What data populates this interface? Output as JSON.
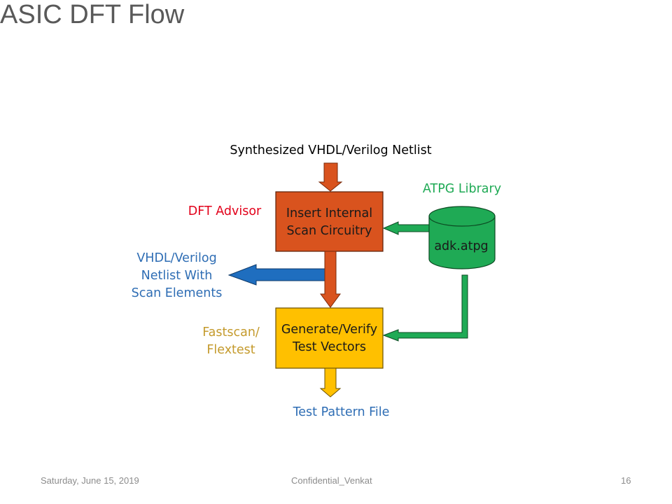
{
  "slide": {
    "title": "ASIC DFT Flow",
    "page_number": "16"
  },
  "diagram": {
    "input_label": "Synthesized VHDL/Verilog Netlist",
    "tool_labels": {
      "dft_advisor": "DFT Advisor",
      "fastscan": [
        "Fastscan/",
        "Flextest"
      ]
    },
    "library_label": "ATPG Library",
    "library_file": "adk.atpg",
    "boxes": {
      "insert": [
        "Insert Internal",
        "Scan Circuitry"
      ],
      "generate": [
        "Generate/Verify",
        "Test Vectors"
      ]
    },
    "side_output_label": [
      "VHDL/Verilog",
      "Netlist With",
      "Scan Elements"
    ],
    "output_label": "Test Pattern File",
    "colors": {
      "insert_box": "#d9531e",
      "generate_box": "#ffc000",
      "library": "#1faa55",
      "side_arrow": "#1f6ebf",
      "dft_label": "#e2001a",
      "fastscan_label": "#c49a2c",
      "library_label": "#1faa55",
      "blue_label": "#2e6db4"
    }
  },
  "footer": {
    "date": "Saturday, June 15, 2019",
    "center": "Confidential_Venkat"
  }
}
